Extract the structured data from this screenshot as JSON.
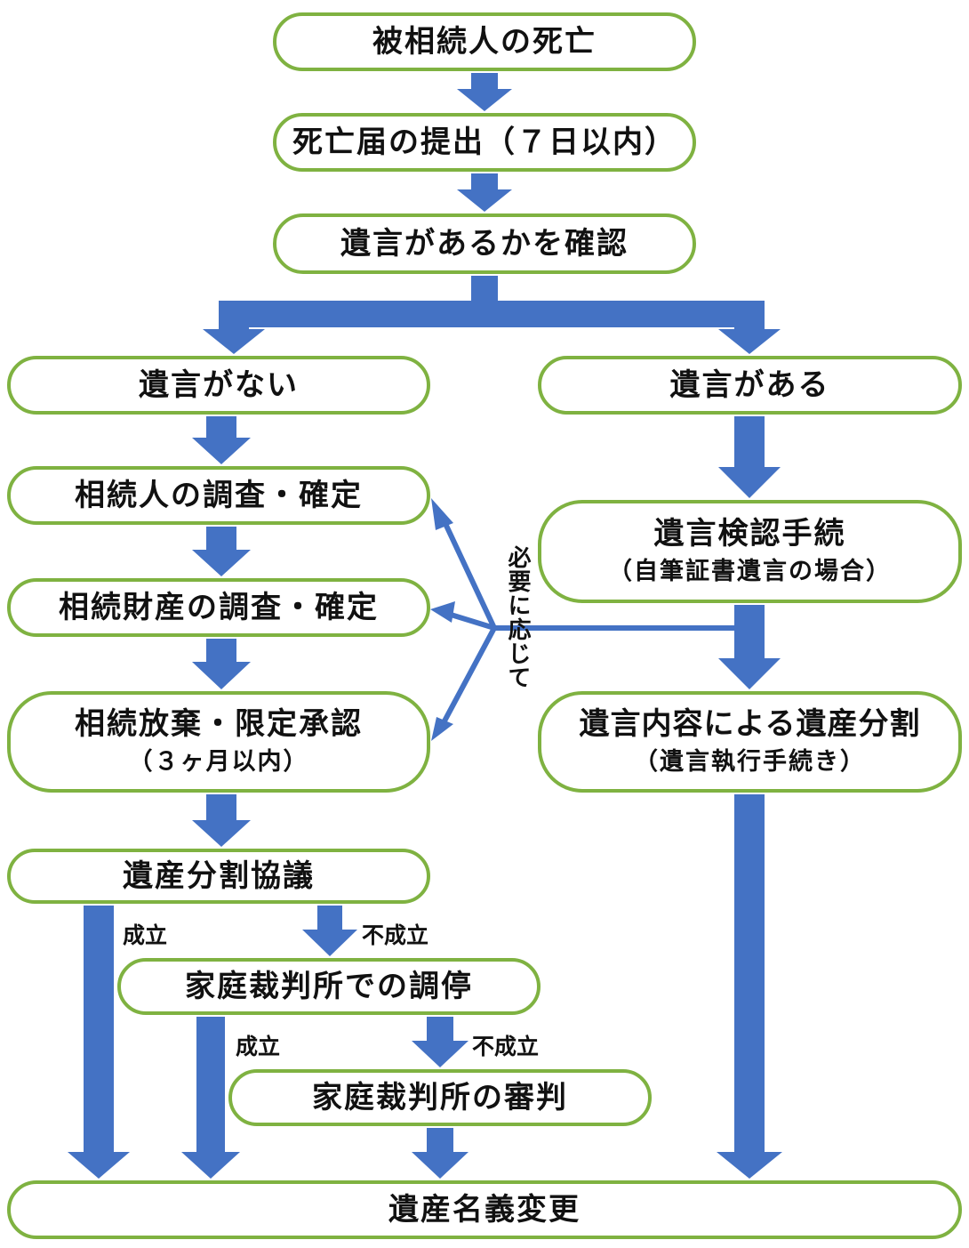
{
  "nodes": {
    "death": "被相続人の死亡",
    "death_notice": "死亡届の提出（７日以内）",
    "check_will": "遺言があるかを確認",
    "no_will": "遺言がない",
    "has_will": "遺言がある",
    "heir_survey": "相続人の調査・確定",
    "asset_survey": "相続財産の調査・確定",
    "renounce": "相続放棄・限定承認",
    "renounce_sub": "（３ヶ月以内）",
    "will_probate": "遺言検認手続",
    "will_probate_sub": "（自筆証書遺言の場合）",
    "will_division": "遺言内容による遺産分割",
    "will_division_sub": "（遺言執行手続き）",
    "division_talk": "遺産分割協議",
    "mediation": "家庭裁判所での調停",
    "adjudication": "家庭裁判所の審判",
    "title_change": "遺産名義変更"
  },
  "labels": {
    "established_1": "成立",
    "not_established_1": "不成立",
    "established_2": "成立",
    "not_established_2": "不成立",
    "as_needed": "必要に応じて"
  },
  "colors": {
    "box_border": "#7fb241",
    "arrow": "#4472c4"
  }
}
